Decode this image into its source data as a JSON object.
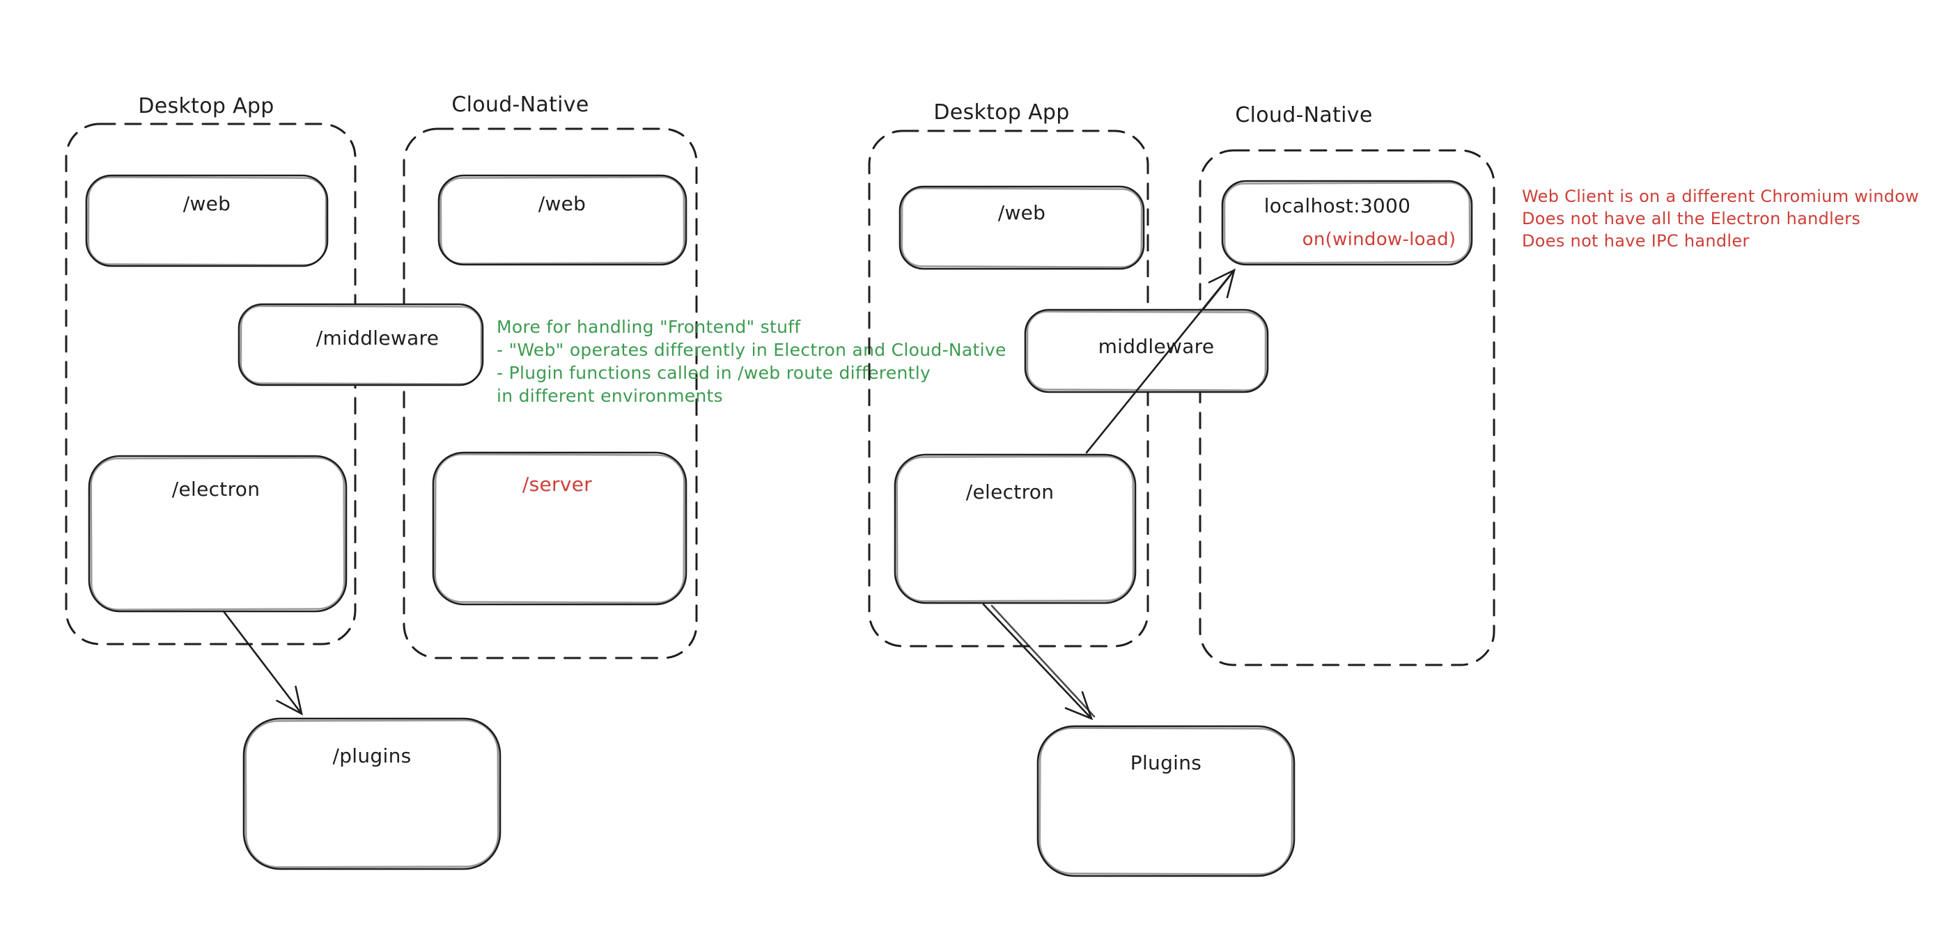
{
  "colors": {
    "ink": "#1e1e1e",
    "green": "#3d9b50",
    "red": "#cc4038",
    "background": "#ffffff"
  },
  "left": {
    "desktop_group": {
      "title": "Desktop App",
      "web": "/web",
      "electron": "/electron"
    },
    "cloud_group": {
      "title": "Cloud-Native",
      "web": "/web",
      "server": "/server"
    },
    "middleware": "/middleware",
    "plugins": "/plugins",
    "green_note": {
      "lines": [
        "More for handling \"Frontend\" stuff",
        "- \"Web\" operates differently in Electron and Cloud-Native",
        "- Plugin functions called in /web route differently",
        "in different environments"
      ]
    }
  },
  "right": {
    "desktop_group": {
      "title": "Desktop App",
      "web": "/web",
      "electron": "/electron"
    },
    "cloud_group": {
      "title": "Cloud-Native",
      "localhost": "localhost:3000",
      "window_load": "on(window-load)"
    },
    "middleware": "middleware",
    "plugins": "Plugins",
    "red_note": {
      "lines": [
        "Web Client is on a different Chromium window",
        "Does not have all the Electron handlers",
        "Does not have IPC handler"
      ]
    }
  }
}
